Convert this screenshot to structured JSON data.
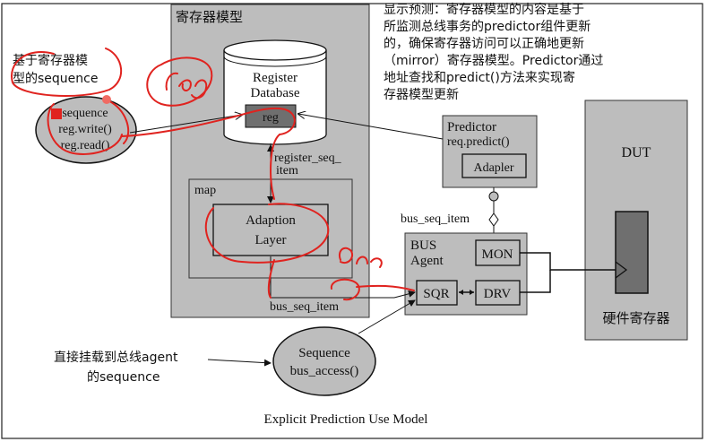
{
  "colors": {
    "panel_gray": "#bdbdbd",
    "box_gray": "#c9c9c9",
    "dark_gray": "#6f6f6f",
    "annotation_red": "#e0231f",
    "ink": "#111111"
  },
  "model": {
    "title": "寄存器模型",
    "register_db_line1": "Register",
    "register_db_line2": "Database",
    "reg_box": "reg",
    "register_seq_item_line1": "register_seq_",
    "register_seq_item_line2": "item",
    "map_label": "map",
    "adaption_line1": "Adaption",
    "adaption_line2": "Layer",
    "bus_seq_item_bottom": "bus_seq_item"
  },
  "left_sequence": {
    "caption_line1": "基于寄存器模",
    "caption_line2": "型的sequence",
    "line1": "sequence",
    "line2": "reg.write()",
    "line3": "reg.read()"
  },
  "note": {
    "line1": "显示预测：寄存器模型的内容是基于",
    "line2": "所监测总线事务的predictor组件更新",
    "line3": "的，确保寄存器访问可以正确地更新",
    "line4": "（mirror）寄存器模型。Predictor通过",
    "line5": "地址查找和predict()方法来实现寄",
    "line6": "存器模型更新"
  },
  "predictor": {
    "line1": "Predictor",
    "line2": "req.predict()",
    "adapter": "Adapler"
  },
  "bus_seq_item_top": "bus_seq_item",
  "agent": {
    "line1": "BUS",
    "line2": "Agent",
    "mon": "MON",
    "sqr": "SQR",
    "drv": "DRV"
  },
  "dut": {
    "label": "DUT",
    "hardware_reg": "硬件寄存器"
  },
  "bottom_sequence": {
    "caption_line1": "直接挂载到总线agent",
    "caption_line2": "的sequence",
    "line1": "Sequence",
    "line2": "bus_access()"
  },
  "figure_caption": "Explicit Prediction Use Model",
  "handwriting": [
    "reg",
    "bus"
  ]
}
